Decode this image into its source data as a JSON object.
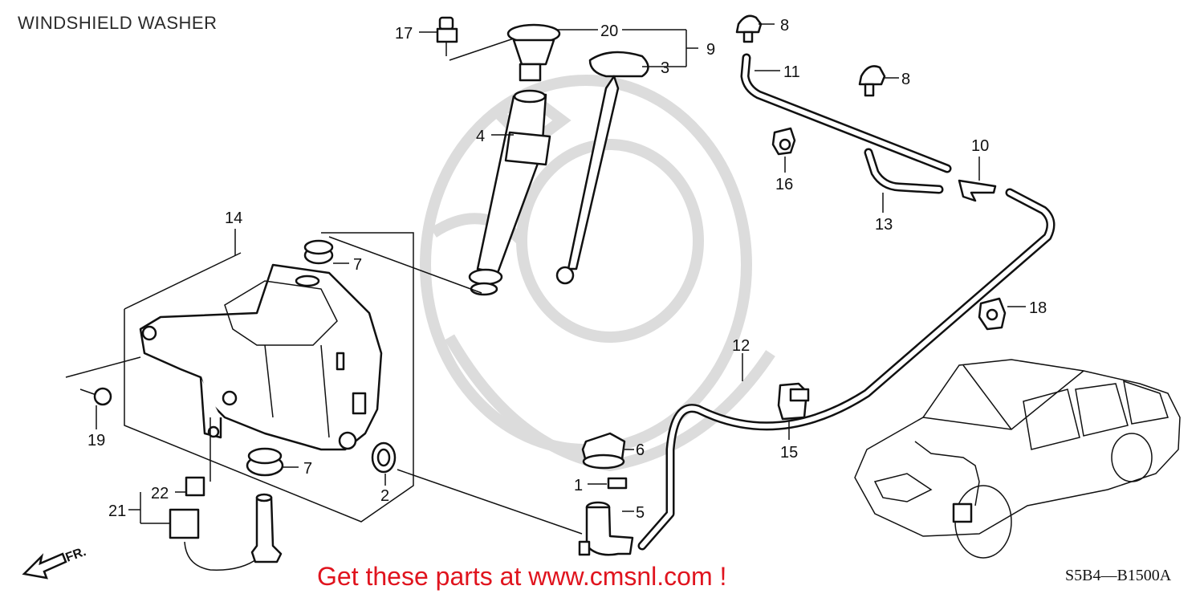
{
  "title": "WINDSHIELD WASHER",
  "diagram_code": "S5B4—B1500A",
  "footer_text": "Get these parts at www.cmsnl.com !",
  "front_indicator": "FR.",
  "colors": {
    "footer": "#e0141e",
    "line": "#111111",
    "watermark": "#d8d8d8"
  },
  "callouts": [
    "1",
    "2",
    "3",
    "4",
    "5",
    "6",
    "7",
    "7",
    "8",
    "8",
    "9",
    "10",
    "11",
    "12",
    "13",
    "14",
    "15",
    "16",
    "17",
    "18",
    "19",
    "20",
    "21",
    "22"
  ]
}
